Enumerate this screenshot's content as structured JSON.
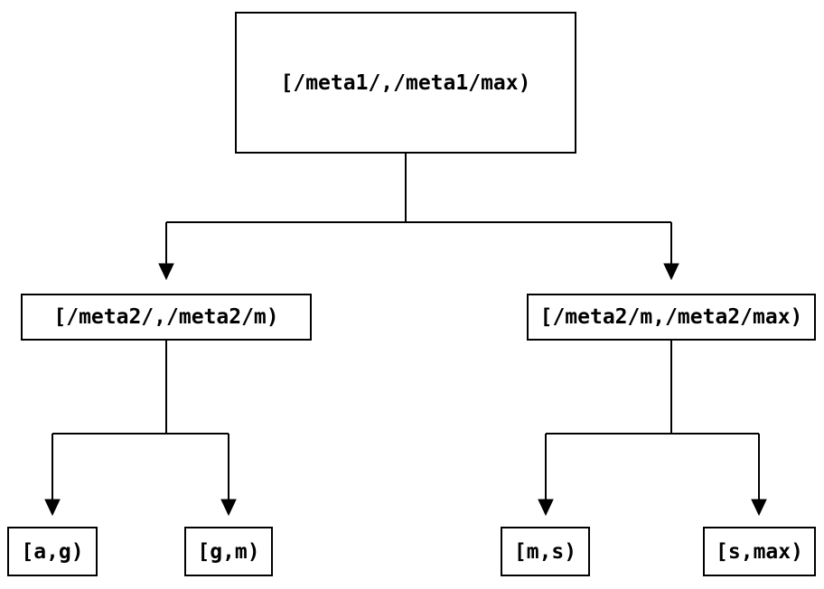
{
  "diagram": {
    "type": "interval-tree",
    "colors": {
      "background": "#ffffff",
      "line": "#000000",
      "text": "#000000"
    },
    "nodes": {
      "root": {
        "label": "[/meta1/,/meta1/max)"
      },
      "left": {
        "label": "[/meta2/,/meta2/m)"
      },
      "right": {
        "label": "[/meta2/m,/meta2/max)"
      },
      "leaf_ag": {
        "label": "[a,g)"
      },
      "leaf_gm": {
        "label": "[g,m)"
      },
      "leaf_ms": {
        "label": "[m,s)"
      },
      "leaf_smax": {
        "label": "[s,max)"
      }
    },
    "edges": [
      {
        "from": "root",
        "to": "left"
      },
      {
        "from": "root",
        "to": "right"
      },
      {
        "from": "left",
        "to": "leaf_ag"
      },
      {
        "from": "left",
        "to": "leaf_gm"
      },
      {
        "from": "right",
        "to": "leaf_ms"
      },
      {
        "from": "right",
        "to": "leaf_smax"
      }
    ]
  }
}
